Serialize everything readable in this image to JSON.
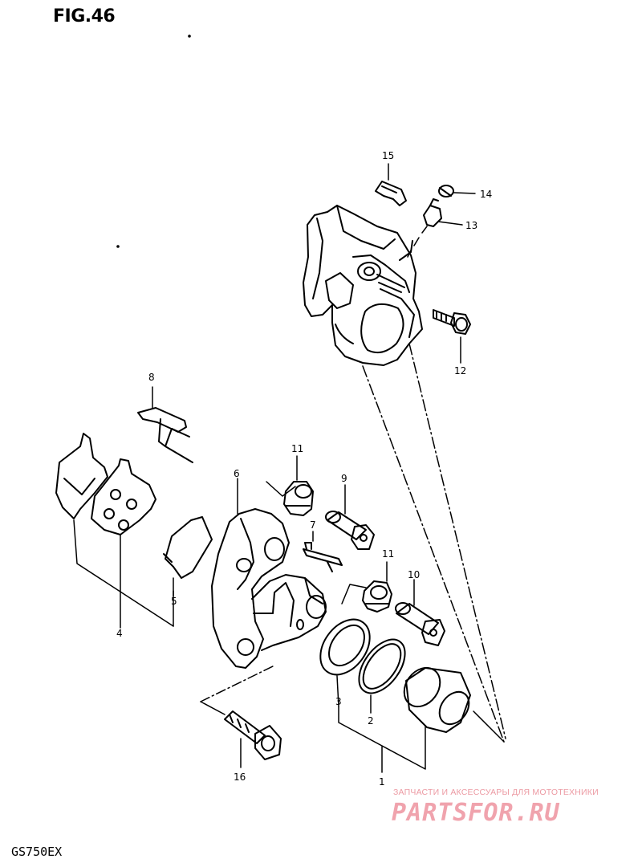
{
  "figure": {
    "title": "FIG.46",
    "model": "GS750EX"
  },
  "callouts": {
    "c1": "1",
    "c2": "2",
    "c3": "3",
    "c4": "4",
    "c5": "5",
    "c6": "6",
    "c7": "7",
    "c8": "8",
    "c9": "9",
    "c10": "10",
    "c11a": "11",
    "c11b": "11",
    "c12": "12",
    "c13": "13",
    "c14": "14",
    "c15": "15",
    "c16": "16"
  },
  "watermark": {
    "tagline": "ЗАПЧАСТИ И АКСЕССУАРЫ ДЛЯ МОТОТЕХНИКИ",
    "logo": "PARTSFOR.RU",
    "color": "#f0a3ad"
  }
}
